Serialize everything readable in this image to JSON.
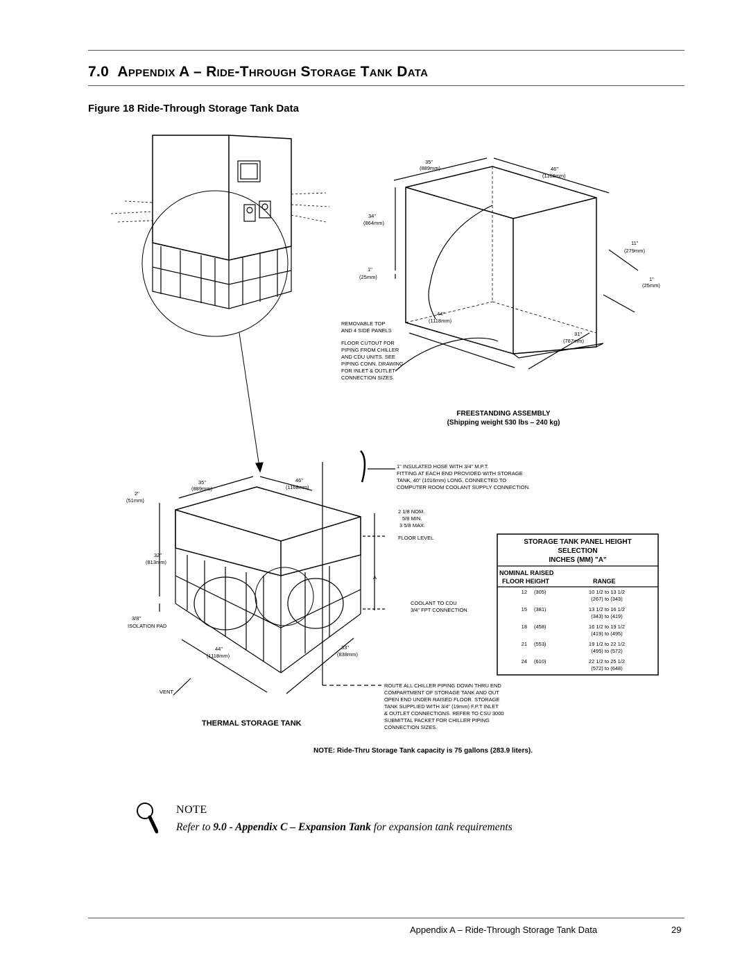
{
  "section": {
    "number": "7.0",
    "title": "Appendix A – Ride-Through Storage Tank Data"
  },
  "figure": {
    "caption": "Figure 18  Ride-Through Storage Tank Data",
    "freestanding": {
      "dims": {
        "w35": "35\"",
        "w35mm": "(889mm)",
        "w46": "46\"",
        "w46mm": "(1168mm)",
        "h34": "34\"",
        "h34mm": "(864mm)",
        "h1": "1\"",
        "h1mm": "(25mm)",
        "d44": "44\"",
        "d44mm": "(1118mm)",
        "d11": "11\"",
        "d11mm": "(279mm)",
        "d1": "1\"",
        "d1mm": "(25mm)",
        "d31": "31\"",
        "d31mm": "(787mm)"
      },
      "removable": [
        "REMOVABLE TOP",
        "AND 4 SIDE PANELS"
      ],
      "floor_cutout": [
        "FLOOR CUTOUT FOR",
        "PIPING FROM CHILLER",
        "AND CDU UNITS. SEE",
        "PIPING CONN. DRAWING",
        "FOR INLET & OUTLET",
        "CONNECTION SIZES."
      ],
      "title": "FREESTANDING ASSEMBLY",
      "subtitle": "(Shipping weight 530 lbs – 240 kg)"
    },
    "thermal": {
      "hose": [
        "1\" INSULATED HOSE WITH 3/4\" M.P.T.",
        "FITTING AT EACH END PROVIDED WITH STORAGE",
        "TANK, 40\" (1016mm) LONG, CONNECTED TO",
        "COMPUTER ROOM COOLANT SUPPLY CONNECTION."
      ],
      "dims": {
        "w35": "35\"",
        "w35mm": "(889mm)",
        "w46": "46\"",
        "w46mm": "(1168mm)",
        "h2": "2\"",
        "h2mm": "(51mm)",
        "h32": "32\"",
        "h32mm": "(813mm)",
        "d44": "44\"",
        "d44mm": "(1118mm)",
        "d33": "33\"",
        "d33mm": "(838mm)",
        "a": "A"
      },
      "nom": [
        "2 1/8 NOM.",
        "5/8 MIN.",
        "3 5/8 MAX."
      ],
      "floor_level": "FLOOR LEVEL",
      "coolant": [
        "COOLANT TO CDU",
        "3/4\" FPT CONNECTION"
      ],
      "isolation": [
        "3/8\"",
        "ISOLATION PAD"
      ],
      "vent": "VENT",
      "route": [
        "ROUTE ALL CHILLER PIPING DOWN THRU END",
        "COMPARTMENT OF STORAGE TANK AND OUT",
        "OPEN END UNDER RAISED FLOOR. STORAGE",
        "TANK SUPPLIED WITH 3/4\" (19mm) F.P.T INLET",
        "& OUTLET CONNECTIONS. REFER TO CSU 3000",
        "SUBMITTAL PACKET FOR CHILLER PIPING",
        "CONNECTION SIZES."
      ],
      "title": "THERMAL STORAGE TANK"
    },
    "table": {
      "title": [
        "STORAGE TANK PANEL HEIGHT",
        "SELECTION",
        "INCHES (MM) \"A\""
      ],
      "col1": [
        "NOMINAL RAISED",
        "FLOOR HEIGHT"
      ],
      "col2": "RANGE",
      "rows": [
        {
          "h": "12",
          "mm": "(305)",
          "r1": "10 1/2 to 13 1/2",
          "r2": "(267) to (343)"
        },
        {
          "h": "15",
          "mm": "(381)",
          "r1": "13 1/2 to 16 1/2",
          "r2": "(343) to (419)"
        },
        {
          "h": "18",
          "mm": "(458)",
          "r1": "16 1/2 to 19 1/2",
          "r2": "(419) to (495)"
        },
        {
          "h": "21",
          "mm": "(553)",
          "r1": "19 1/2 to 22 1/2",
          "r2": "(495) to (572)"
        },
        {
          "h": "24",
          "mm": "(610)",
          "r1": "22 1/2 to 25 1/2",
          "r2": "(572) to (648)"
        }
      ]
    },
    "note": "NOTE:  Ride-Thru Storage Tank capacity is 75 gallons (283.9 liters)."
  },
  "callout": {
    "icon": "magnifier-icon",
    "title": "NOTE",
    "pre": "Refer to ",
    "link": "9.0 - Appendix C – Expansion Tank",
    "post": " for expansion tank requirements"
  },
  "footer": {
    "title": "Appendix A – Ride-Through Storage Tank Data",
    "page": "29"
  }
}
